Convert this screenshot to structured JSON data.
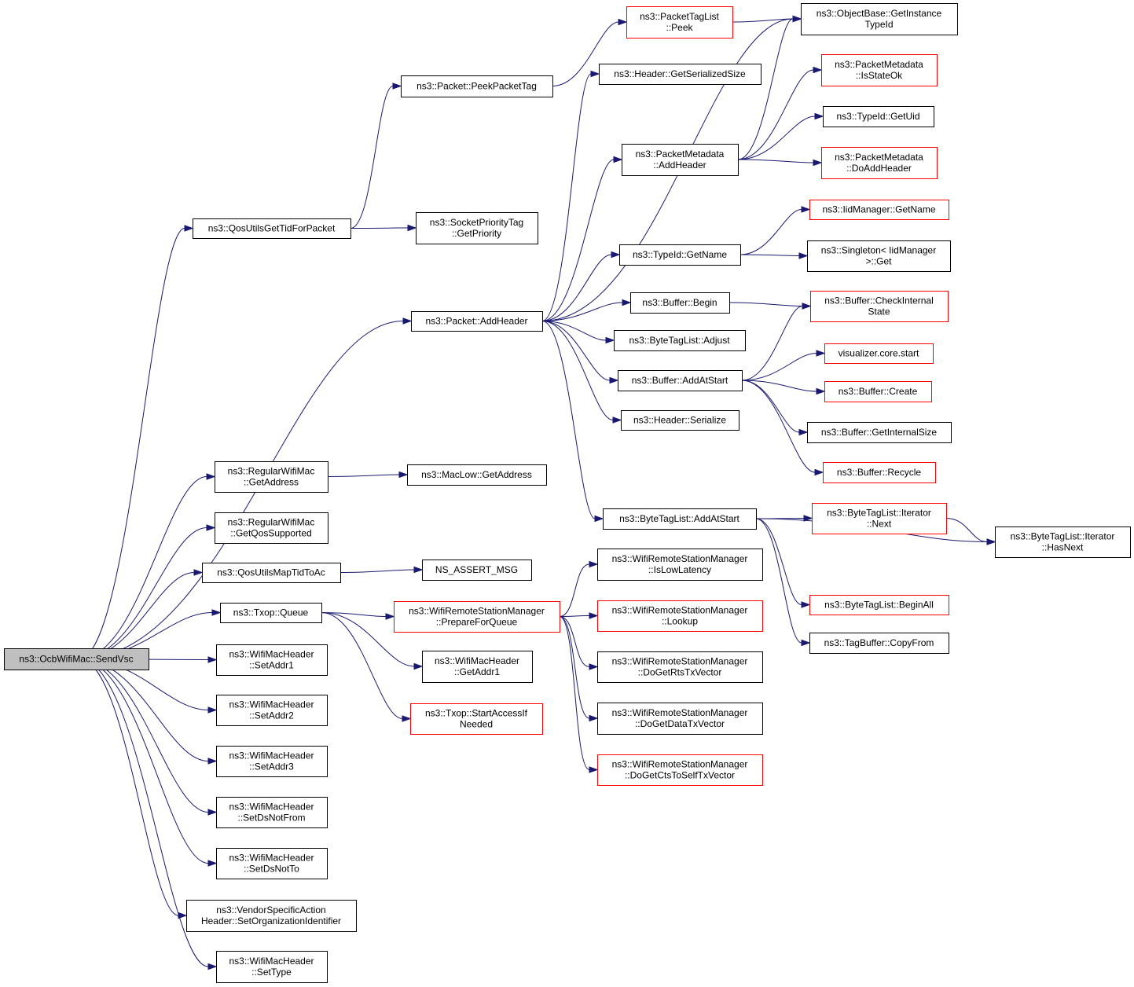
{
  "nodes": [
    {
      "id": "root",
      "lines": [
        "ns3::OcbWifiMac::SendVsc"
      ],
      "link": false
    },
    {
      "id": "qosGetTid",
      "lines": [
        "ns3::QosUtilsGetTidForPacket"
      ],
      "link": false
    },
    {
      "id": "packetAddHeader",
      "lines": [
        "ns3::Packet::AddHeader"
      ],
      "link": false
    },
    {
      "id": "regGetAddress",
      "lines": [
        "ns3::RegularWifiMac",
        "::GetAddress"
      ],
      "link": false
    },
    {
      "id": "regGetQos",
      "lines": [
        "ns3::RegularWifiMac",
        "::GetQosSupported"
      ],
      "link": false
    },
    {
      "id": "qosMapTid",
      "lines": [
        "ns3::QosUtilsMapTidToAc"
      ],
      "link": false
    },
    {
      "id": "txopQueue",
      "lines": [
        "ns3::Txop::Queue"
      ],
      "link": false
    },
    {
      "id": "setAddr1",
      "lines": [
        "ns3::WifiMacHeader",
        "::SetAddr1"
      ],
      "link": false
    },
    {
      "id": "setAddr2",
      "lines": [
        "ns3::WifiMacHeader",
        "::SetAddr2"
      ],
      "link": false
    },
    {
      "id": "setAddr3",
      "lines": [
        "ns3::WifiMacHeader",
        "::SetAddr3"
      ],
      "link": false
    },
    {
      "id": "setDsNotFrom",
      "lines": [
        "ns3::WifiMacHeader",
        "::SetDsNotFrom"
      ],
      "link": false
    },
    {
      "id": "setDsNotTo",
      "lines": [
        "ns3::WifiMacHeader",
        "::SetDsNotTo"
      ],
      "link": false
    },
    {
      "id": "vendorSetOrg",
      "lines": [
        "ns3::VendorSpecificAction",
        "Header::SetOrganizationIdentifier"
      ],
      "link": false
    },
    {
      "id": "setType",
      "lines": [
        "ns3::WifiMacHeader",
        "::SetType"
      ],
      "link": false
    },
    {
      "id": "peekPacketTag",
      "lines": [
        "ns3::Packet::PeekPacketTag"
      ],
      "link": false
    },
    {
      "id": "socketPrioGet",
      "lines": [
        "ns3::SocketPriorityTag",
        "::GetPriority"
      ],
      "link": false
    },
    {
      "id": "macLowGetAddr",
      "lines": [
        "ns3::MacLow::GetAddress"
      ],
      "link": false
    },
    {
      "id": "nsAssertMsg",
      "lines": [
        "NS_ASSERT_MSG"
      ],
      "link": false
    },
    {
      "id": "wrsmPrepare",
      "lines": [
        "ns3::WifiRemoteStationManager",
        "::PrepareForQueue"
      ],
      "link": true
    },
    {
      "id": "getAddr1",
      "lines": [
        "ns3::WifiMacHeader",
        "::GetAddr1"
      ],
      "link": false
    },
    {
      "id": "startAccess",
      "lines": [
        "ns3::Txop::StartAccessIf",
        "Needed"
      ],
      "link": true
    },
    {
      "id": "packetTagPeek",
      "lines": [
        "ns3::PacketTagList",
        "::Peek"
      ],
      "link": true
    },
    {
      "id": "headerGetSize",
      "lines": [
        "ns3::Header::GetSerializedSize"
      ],
      "link": false
    },
    {
      "id": "pmAddHeader",
      "lines": [
        "ns3::PacketMetadata",
        "::AddHeader"
      ],
      "link": false
    },
    {
      "id": "typeIdGetName",
      "lines": [
        "ns3::TypeId::GetName"
      ],
      "link": false
    },
    {
      "id": "bufferBegin",
      "lines": [
        "ns3::Buffer::Begin"
      ],
      "link": false
    },
    {
      "id": "btlAdjust",
      "lines": [
        "ns3::ByteTagList::Adjust"
      ],
      "link": false
    },
    {
      "id": "bufferAddAtStart",
      "lines": [
        "ns3::Buffer::AddAtStart"
      ],
      "link": false
    },
    {
      "id": "headerSerialize",
      "lines": [
        "ns3::Header::Serialize"
      ],
      "link": false
    },
    {
      "id": "btlAddAtStart",
      "lines": [
        "ns3::ByteTagList::AddAtStart"
      ],
      "link": false
    },
    {
      "id": "wrsmIsLowLatency",
      "lines": [
        "ns3::WifiRemoteStationManager",
        "::IsLowLatency"
      ],
      "link": false
    },
    {
      "id": "wrsmLookup",
      "lines": [
        "ns3::WifiRemoteStationManager",
        "::Lookup"
      ],
      "link": true
    },
    {
      "id": "wrsmRts",
      "lines": [
        "ns3::WifiRemoteStationManager",
        "::DoGetRtsTxVector"
      ],
      "link": false
    },
    {
      "id": "wrsmData",
      "lines": [
        "ns3::WifiRemoteStationManager",
        "::DoGetDataTxVector"
      ],
      "link": false
    },
    {
      "id": "wrsmCts",
      "lines": [
        "ns3::WifiRemoteStationManager",
        "::DoGetCtsToSelfTxVector"
      ],
      "link": true
    },
    {
      "id": "objGetInstance",
      "lines": [
        "ns3::ObjectBase::GetInstance",
        "TypeId"
      ],
      "link": false
    },
    {
      "id": "pmIsStateOk",
      "lines": [
        "ns3::PacketMetadata",
        "::IsStateOk"
      ],
      "link": true
    },
    {
      "id": "typeIdGetUid",
      "lines": [
        "ns3::TypeId::GetUid"
      ],
      "link": false
    },
    {
      "id": "pmDoAddHeader",
      "lines": [
        "ns3::PacketMetadata",
        "::DoAddHeader"
      ],
      "link": true
    },
    {
      "id": "iidGetName",
      "lines": [
        "ns3::IidManager::GetName"
      ],
      "link": true
    },
    {
      "id": "singletonGet",
      "lines": [
        "ns3::Singleton< IidManager",
        ">::Get"
      ],
      "link": false
    },
    {
      "id": "bufCheckInternal",
      "lines": [
        "ns3::Buffer::CheckInternal",
        "State"
      ],
      "link": true
    },
    {
      "id": "vizStart",
      "lines": [
        "visualizer.core.start"
      ],
      "link": true
    },
    {
      "id": "bufCreate",
      "lines": [
        "ns3::Buffer::Create"
      ],
      "link": true
    },
    {
      "id": "bufGetInternalSize",
      "lines": [
        "ns3::Buffer::GetInternalSize"
      ],
      "link": false
    },
    {
      "id": "bufRecycle",
      "lines": [
        "ns3::Buffer::Recycle"
      ],
      "link": true
    },
    {
      "id": "btlIterNext",
      "lines": [
        "ns3::ByteTagList::Iterator",
        "::Next"
      ],
      "link": true
    },
    {
      "id": "btlIterHasNext",
      "lines": [
        "ns3::ByteTagList::Iterator",
        "::HasNext"
      ],
      "link": false
    },
    {
      "id": "btlBeginAll",
      "lines": [
        "ns3::ByteTagList::BeginAll"
      ],
      "link": true
    },
    {
      "id": "tagBufCopyFrom",
      "lines": [
        "ns3::TagBuffer::CopyFrom"
      ],
      "link": false
    }
  ],
  "edges": [
    [
      "root",
      "qosGetTid"
    ],
    [
      "root",
      "packetAddHeader"
    ],
    [
      "root",
      "regGetAddress"
    ],
    [
      "root",
      "regGetQos"
    ],
    [
      "root",
      "qosMapTid"
    ],
    [
      "root",
      "txopQueue"
    ],
    [
      "root",
      "setAddr1"
    ],
    [
      "root",
      "setAddr2"
    ],
    [
      "root",
      "setAddr3"
    ],
    [
      "root",
      "setDsNotFrom"
    ],
    [
      "root",
      "setDsNotTo"
    ],
    [
      "root",
      "vendorSetOrg"
    ],
    [
      "root",
      "setType"
    ],
    [
      "qosGetTid",
      "peekPacketTag"
    ],
    [
      "qosGetTid",
      "socketPrioGet"
    ],
    [
      "peekPacketTag",
      "packetTagPeek"
    ],
    [
      "packetTagPeek",
      "objGetInstance"
    ],
    [
      "packetAddHeader",
      "headerGetSize"
    ],
    [
      "packetAddHeader",
      "objGetInstance"
    ],
    [
      "packetAddHeader",
      "pmAddHeader"
    ],
    [
      "packetAddHeader",
      "typeIdGetName"
    ],
    [
      "packetAddHeader",
      "bufferBegin"
    ],
    [
      "packetAddHeader",
      "btlAdjust"
    ],
    [
      "packetAddHeader",
      "bufferAddAtStart"
    ],
    [
      "packetAddHeader",
      "headerSerialize"
    ],
    [
      "packetAddHeader",
      "btlAddAtStart"
    ],
    [
      "pmAddHeader",
      "objGetInstance"
    ],
    [
      "pmAddHeader",
      "pmIsStateOk"
    ],
    [
      "pmAddHeader",
      "typeIdGetUid"
    ],
    [
      "pmAddHeader",
      "pmDoAddHeader"
    ],
    [
      "typeIdGetName",
      "iidGetName"
    ],
    [
      "typeIdGetName",
      "singletonGet"
    ],
    [
      "bufferBegin",
      "bufCheckInternal"
    ],
    [
      "bufferAddAtStart",
      "bufCheckInternal"
    ],
    [
      "bufferAddAtStart",
      "vizStart"
    ],
    [
      "bufferAddAtStart",
      "bufCreate"
    ],
    [
      "bufferAddAtStart",
      "bufGetInternalSize"
    ],
    [
      "bufferAddAtStart",
      "bufRecycle"
    ],
    [
      "btlAddAtStart",
      "btlIterNext"
    ],
    [
      "btlAddAtStart",
      "btlIterHasNext"
    ],
    [
      "btlAddAtStart",
      "btlBeginAll"
    ],
    [
      "btlAddAtStart",
      "tagBufCopyFrom"
    ],
    [
      "btlIterNext",
      "btlIterHasNext"
    ],
    [
      "regGetAddress",
      "macLowGetAddr"
    ],
    [
      "qosMapTid",
      "nsAssertMsg"
    ],
    [
      "txopQueue",
      "wrsmPrepare"
    ],
    [
      "txopQueue",
      "getAddr1"
    ],
    [
      "txopQueue",
      "startAccess"
    ],
    [
      "wrsmPrepare",
      "wrsmIsLowLatency"
    ],
    [
      "wrsmPrepare",
      "wrsmLookup"
    ],
    [
      "wrsmPrepare",
      "wrsmRts"
    ],
    [
      "wrsmPrepare",
      "wrsmData"
    ],
    [
      "wrsmPrepare",
      "wrsmCts"
    ]
  ]
}
